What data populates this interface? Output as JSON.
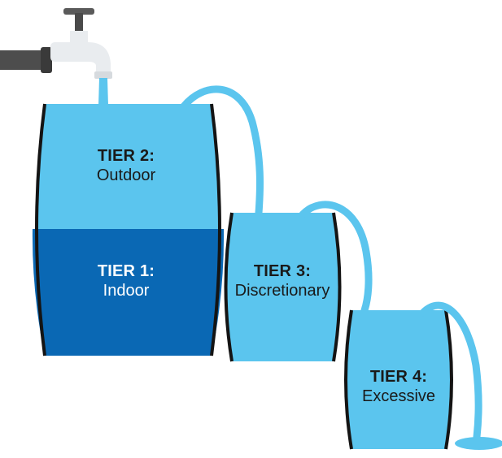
{
  "colors": {
    "water_light": "#5bc5ee",
    "water_dark": "#0a68b4",
    "outline": "#141414",
    "pipe": "#4d4d4d",
    "faucet": "#e9ecef"
  },
  "tiers": [
    {
      "id": "tier1",
      "title": "TIER 1:",
      "desc": "Indoor"
    },
    {
      "id": "tier2",
      "title": "TIER 2:",
      "desc": "Outdoor"
    },
    {
      "id": "tier3",
      "title": "TIER 3:",
      "desc": "Discretionary"
    },
    {
      "id": "tier4",
      "title": "TIER 4:",
      "desc": "Excessive"
    }
  ]
}
